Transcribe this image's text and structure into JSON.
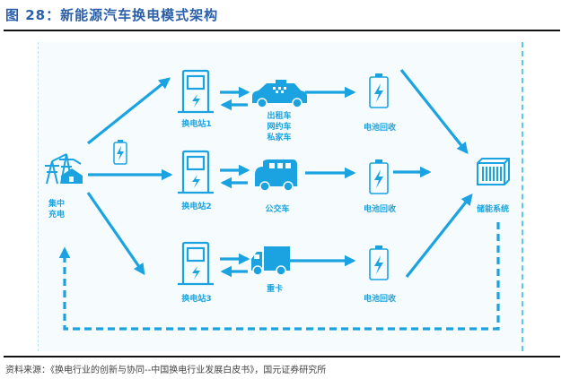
{
  "figure": {
    "title": "图 28：新能源汽车换电模式架构",
    "source": "资料来源：《换电行业的创新与协同--中国换电行业发展白皮书》，国元证券研究所"
  },
  "colors": {
    "accent": "#1aa3e0",
    "title": "#2b5fa8",
    "panel_bg": "#f6fcfe"
  },
  "nodes": {
    "central": {
      "label_line1": "集中",
      "label_line2": "充电",
      "icon": "power-grid-icon"
    },
    "stations": [
      {
        "label": "换电站1",
        "icon": "swap-station-icon"
      },
      {
        "label": "换电站2",
        "icon": "swap-station-icon"
      },
      {
        "label": "换电站3",
        "icon": "swap-station-icon"
      }
    ],
    "vehicles": [
      {
        "lines": [
          "出租车",
          "网约车",
          "私家车"
        ],
        "icon": "taxi-icon"
      },
      {
        "lines": [
          "公交车"
        ],
        "icon": "bus-icon"
      },
      {
        "lines": [
          "重卡"
        ],
        "icon": "truck-icon"
      }
    ],
    "recycling": [
      {
        "label": "电池回收",
        "icon": "battery-icon"
      },
      {
        "label": "电池回收",
        "icon": "battery-icon"
      },
      {
        "label": "电池回收",
        "icon": "battery-icon"
      }
    ],
    "storage": {
      "label": "储能系统",
      "icon": "container-icon"
    },
    "transit_battery": {
      "icon": "battery-icon"
    }
  },
  "edges": [
    {
      "from": "集中充电",
      "to": "换电站1",
      "style": "solid"
    },
    {
      "from": "集中充电",
      "to": "换电站2",
      "style": "solid"
    },
    {
      "from": "集中充电",
      "to": "换电站3",
      "style": "solid"
    },
    {
      "from": "换电站1",
      "to": "出租车/网约车/私家车",
      "style": "bidirectional"
    },
    {
      "from": "换电站2",
      "to": "公交车",
      "style": "bidirectional"
    },
    {
      "from": "换电站3",
      "to": "重卡",
      "style": "bidirectional"
    },
    {
      "from": "出租车/网约车/私家车",
      "to": "电池回收",
      "style": "solid"
    },
    {
      "from": "公交车",
      "to": "电池回收",
      "style": "solid"
    },
    {
      "from": "重卡",
      "to": "电池回收",
      "style": "solid"
    },
    {
      "from": "电池回收",
      "to": "储能系统",
      "style": "solid"
    },
    {
      "from": "储能系统",
      "to": "集中充电",
      "style": "dashed"
    }
  ]
}
